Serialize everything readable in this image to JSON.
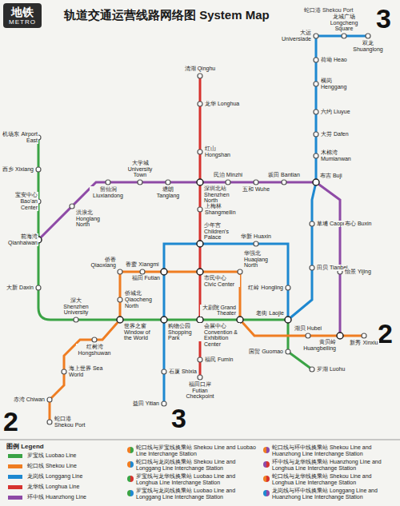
{
  "diagram": {
    "title": "轨道交通运营线路网络图 System Map",
    "nodes": [
      {
        "text": [
          "地铁",
          "METRO"
        ]
      }
    ],
    "labels": [
      "3",
      "蛇口港 Shekou Port",
      "2",
      "2",
      "3",
      "机场东 Airport East",
      "西乡 Xixiang",
      "宝安中心 Bao'an Center",
      "前海湾 Qianhaiwan",
      "大新 Daxin",
      "深大 Shenzhen University",
      "世界之窗 Window of the World",
      "购物公园 Shopping Park",
      "会展中心 Convention & Exhibition Center",
      "大剧院 Grand Theater",
      "老街 Laojie",
      "国贸 Guomao",
      "罗湖 Luohu",
      "蛇口港 Shekou Port",
      "赤湾 Chiwan",
      "海上世界 Sea World",
      "红树湾 Hongshuwan",
      "侨城北 Qiaocheng North",
      "侨香 Qiaoxiang",
      "香蜜 Xiangmi",
      "福田 Futian",
      "市民中心 Civic Center",
      "华强北 Huaqiang North",
      "湖贝 Hubei",
      "新秀 Xinxiu",
      "益田 Yitian",
      "石厦 Shixia",
      "少年宫 Children's Palace",
      "华新 Huaxin",
      "红岭 Hongling",
      "田贝 Tianbei",
      "草埔 Caopu",
      "布吉 Buji",
      "木棉湾 Mumianwan",
      "大芬 Dafen",
      "六约 Liuyue",
      "横岗 Henggang",
      "荷坳 Heao",
      "大运 Universiade",
      "龙城广场 Longcheng Square",
      "双龙 Shuanglong",
      "清湖 Qinghu",
      "龙华 Longhua",
      "红山 Hongshan",
      "深圳北站 Shenzhen North",
      "上梅林 Shangmeilin",
      "福民 Fumin",
      "福田口岸 Futian Checkpoint",
      "洪浪北 Honglang North",
      "留仙洞 Liuxiandong",
      "大学城 University Town",
      "塘朗 Tanglang",
      "民治 Minzhi",
      "五和 Wuhe",
      "坂田 Bantian",
      "布心 Buxin",
      "怡景 Yijing",
      "黄贝岭 Huangbeiling",
      "图例 Legend"
    ],
    "legend": [
      {
        "text": "罗宝线 Luobao Line",
        "color": "#3aa345"
      },
      {
        "text": "蛇口线 Shekou Line",
        "color": "#ef7d22"
      },
      {
        "text": "龙岗线 Longgang Line",
        "color": "#1e88d0"
      },
      {
        "text": "龙华线 Longhua Line",
        "color": "#d6322e"
      },
      {
        "text": "环中线 Huanzhong Line",
        "color": "#8e4aa6"
      },
      {
        "text": "蛇口线与罗宝线换乘站 Shekou Line and Luobao Line Interchange Station"
      },
      {
        "text": "蛇口线与龙岗线换乘站 Shekou Line and Longgang Line Interchange Station"
      },
      {
        "text": "罗宝线与龙华线换乘站 Luobao Line and Longhua Line Interchange Station"
      },
      {
        "text": "罗宝线与龙岗线换乘站 Luobao Line and Longgang Line Interchange Station"
      },
      {
        "text": "蛇口线与环中线换乘站 Shekou Line and Huanzhong Line Interchange Station"
      },
      {
        "text": "环中线与龙华线换乘站 Huanzhong Line and Longhua Line Interchange Station"
      },
      {
        "text": "蛇口线与龙华线换乘站 Shekou Line and Longhua Line Interchange Station"
      },
      {
        "text": "龙岗线与环中线换乘站 Longgang Line and Huanzhong Line Interchange Station"
      }
    ]
  }
}
